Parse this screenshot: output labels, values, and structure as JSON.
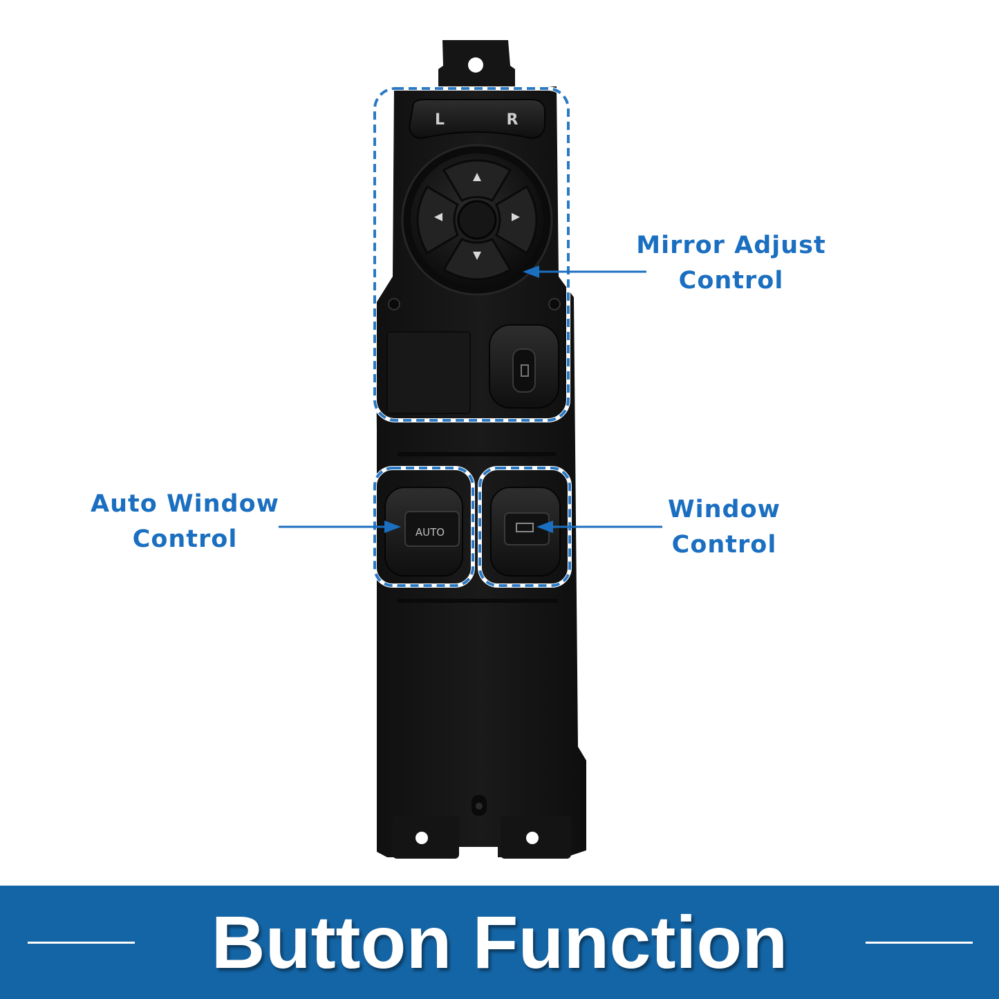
{
  "labels": {
    "mirror_line1": "Mirror Adjust",
    "mirror_line2": "Control",
    "auto_line1": "Auto Window",
    "auto_line2": "Control",
    "window_line1": "Window",
    "window_line2": "Control"
  },
  "switch_text": {
    "left": "L",
    "right": "R",
    "auto": "AUTO"
  },
  "banner": {
    "title": "Button Function"
  },
  "colors": {
    "accent": "#1b6fc0",
    "banner": "#1465a6",
    "dashed_outline": "#2a79c4",
    "panel": "#141414"
  }
}
